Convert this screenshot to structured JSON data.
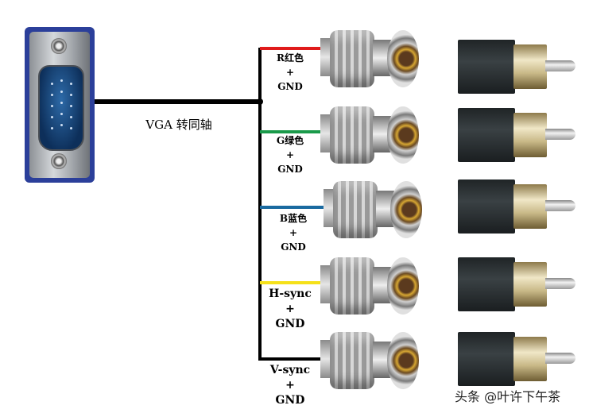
{
  "diagram": {
    "title": "VGA 转同轴",
    "source_connector": "VGA DB15 male",
    "colors": {
      "trunk": "#000000",
      "red": "#e01b1b",
      "green": "#1a9a4a",
      "blue": "#1a6aa0",
      "yellow": "#f5e11a",
      "black": "#000000"
    },
    "channels": [
      {
        "line1": "R红色",
        "line2": "+",
        "line3": "GND",
        "color": "#e01b1b"
      },
      {
        "line1": "G绿色",
        "line2": "+",
        "line3": "GND",
        "color": "#1a9a4a"
      },
      {
        "line1": "B蓝色",
        "line2": "+",
        "line3": "GND",
        "color": "#1a6aa0"
      },
      {
        "line1": "H-sync",
        "line2": "+",
        "line3": "GND",
        "color": "#f5e11a"
      },
      {
        "line1": "V-sync",
        "line2": "+",
        "line3": "GND",
        "color": "#000000"
      }
    ],
    "connectors": {
      "middle": "BNC",
      "right": "RCA"
    }
  },
  "watermark": "头条 @叶许下午茶"
}
